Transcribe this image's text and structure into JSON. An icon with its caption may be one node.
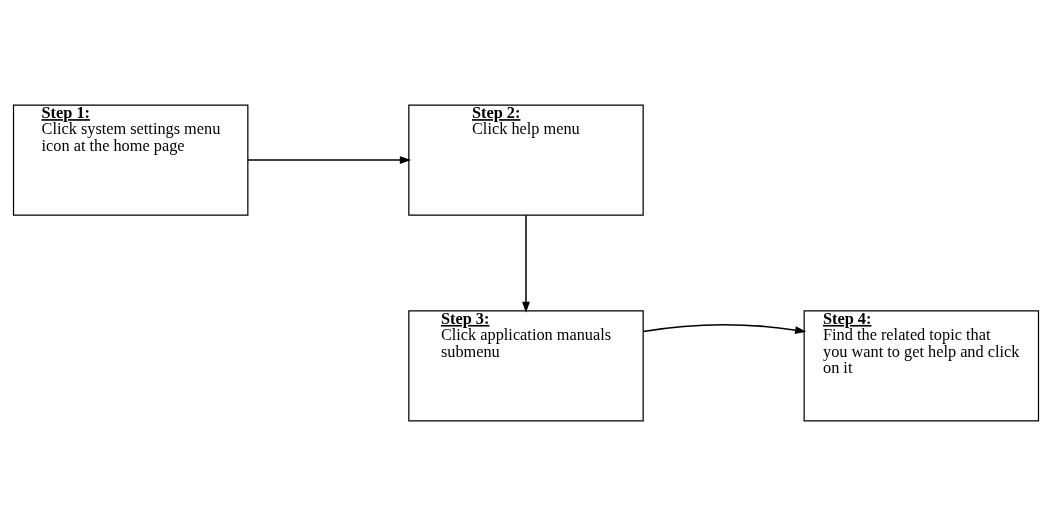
{
  "diagram": {
    "nodes": [
      {
        "text": [
          "Step 1:",
          "Click system settings menu icon at the home page"
        ]
      },
      {
        "text": [
          "Step 2:",
          "Click help menu"
        ]
      },
      {
        "text": [
          "Step 3:",
          "Click application manuals submenu"
        ]
      },
      {
        "text": [
          "Step 4:",
          "Find the related topic that you want to get help and click on it"
        ]
      }
    ],
    "edges": [
      {
        "from": 0,
        "to": 1,
        "arrow": "to"
      },
      {
        "from": 1,
        "to": 2,
        "arrow": "to"
      },
      {
        "from": 2,
        "to": 3,
        "arrow": "to"
      }
    ]
  }
}
